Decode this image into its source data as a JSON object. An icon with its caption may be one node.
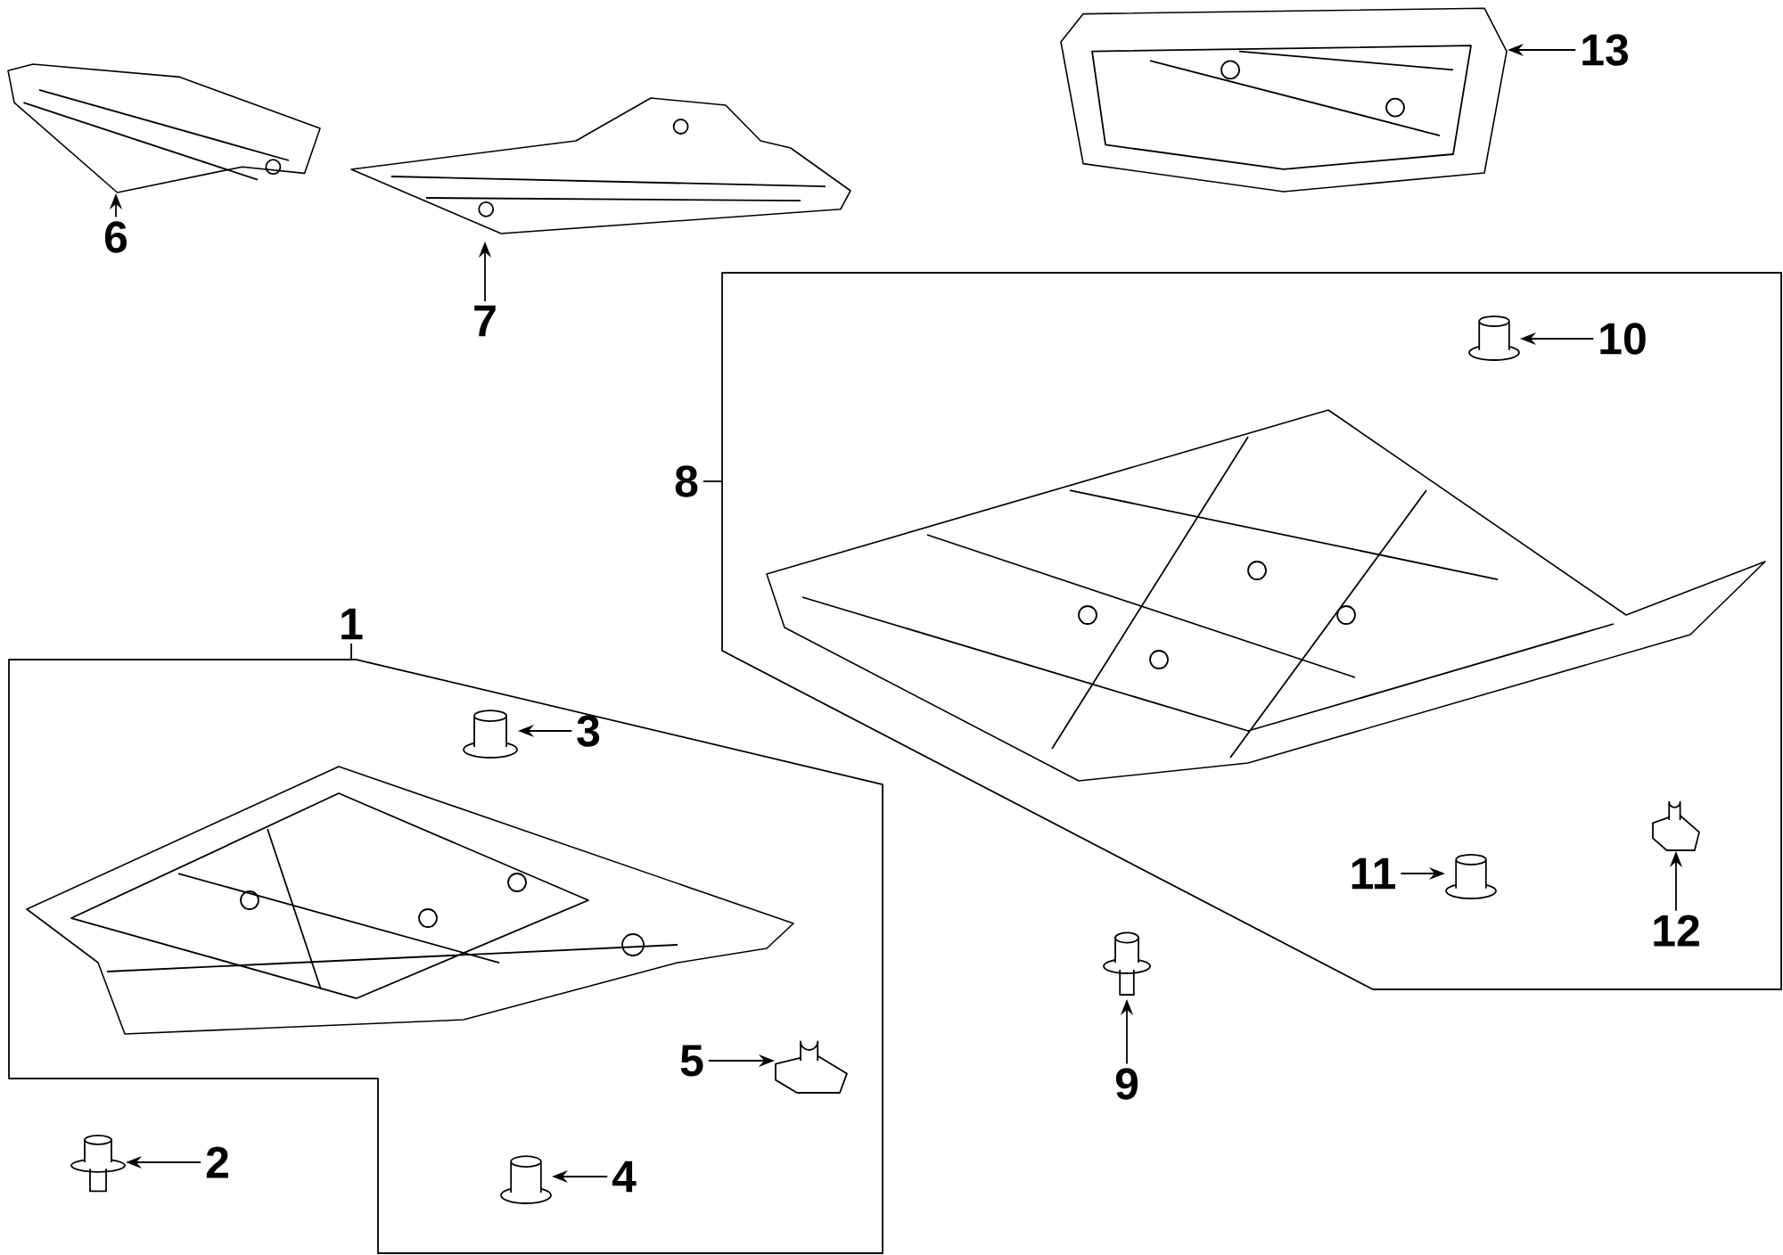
{
  "diagram": {
    "nodes": [
      {
        "text": [
          "6"
        ]
      },
      {
        "text": [],
        "shape": "picture"
      },
      {
        "text": [
          "7"
        ]
      },
      {
        "text": [],
        "shape": "picture"
      },
      {
        "text": [
          "13"
        ]
      },
      {
        "text": [],
        "shape": "picture"
      },
      {
        "text": [
          "8"
        ]
      },
      {
        "text": [],
        "shape": "box"
      },
      {
        "text": [
          "10"
        ],
        "in": 7
      },
      {
        "text": [],
        "shape": "picture",
        "in": 7
      },
      {
        "text": [
          "1"
        ]
      },
      {
        "text": [],
        "shape": "box"
      },
      {
        "text": [
          "3"
        ],
        "in": 11
      },
      {
        "text": [],
        "shape": "picture",
        "in": 11
      },
      {
        "text": [
          "11"
        ],
        "in": 7
      },
      {
        "text": [],
        "shape": "picture",
        "in": 7
      },
      {
        "text": [
          "12"
        ],
        "in": 7
      },
      {
        "text": [],
        "shape": "picture",
        "in": 7
      },
      {
        "text": [
          "5"
        ],
        "in": 11
      },
      {
        "text": [],
        "shape": "picture",
        "in": 11
      },
      {
        "text": [
          "9"
        ]
      },
      {
        "text": [],
        "shape": "picture"
      },
      {
        "text": [
          "2"
        ]
      },
      {
        "text": [],
        "shape": "picture"
      },
      {
        "text": [
          "4"
        ],
        "in": 11
      },
      {
        "text": [],
        "shape": "picture",
        "in": 11
      }
    ],
    "edges": [
      {
        "from": 0,
        "to": 1,
        "arrow": "to"
      },
      {
        "from": 2,
        "to": 3,
        "arrow": "to"
      },
      {
        "from": 4,
        "to": 5,
        "arrow": "to"
      },
      {
        "from": 6,
        "to": 7,
        "arrow": "none"
      },
      {
        "from": 8,
        "to": 9,
        "arrow": "to"
      },
      {
        "from": 10,
        "to": 11,
        "arrow": "none"
      },
      {
        "from": 12,
        "to": 13,
        "arrow": "to"
      },
      {
        "from": 14,
        "to": 15,
        "arrow": "to"
      },
      {
        "from": 16,
        "to": 17,
        "arrow": "to"
      },
      {
        "from": 18,
        "to": 19,
        "arrow": "to"
      },
      {
        "from": 20,
        "to": 21,
        "arrow": "to"
      },
      {
        "from": 22,
        "to": 23,
        "arrow": "to"
      },
      {
        "from": 24,
        "to": 25,
        "arrow": "to"
      }
    ]
  }
}
